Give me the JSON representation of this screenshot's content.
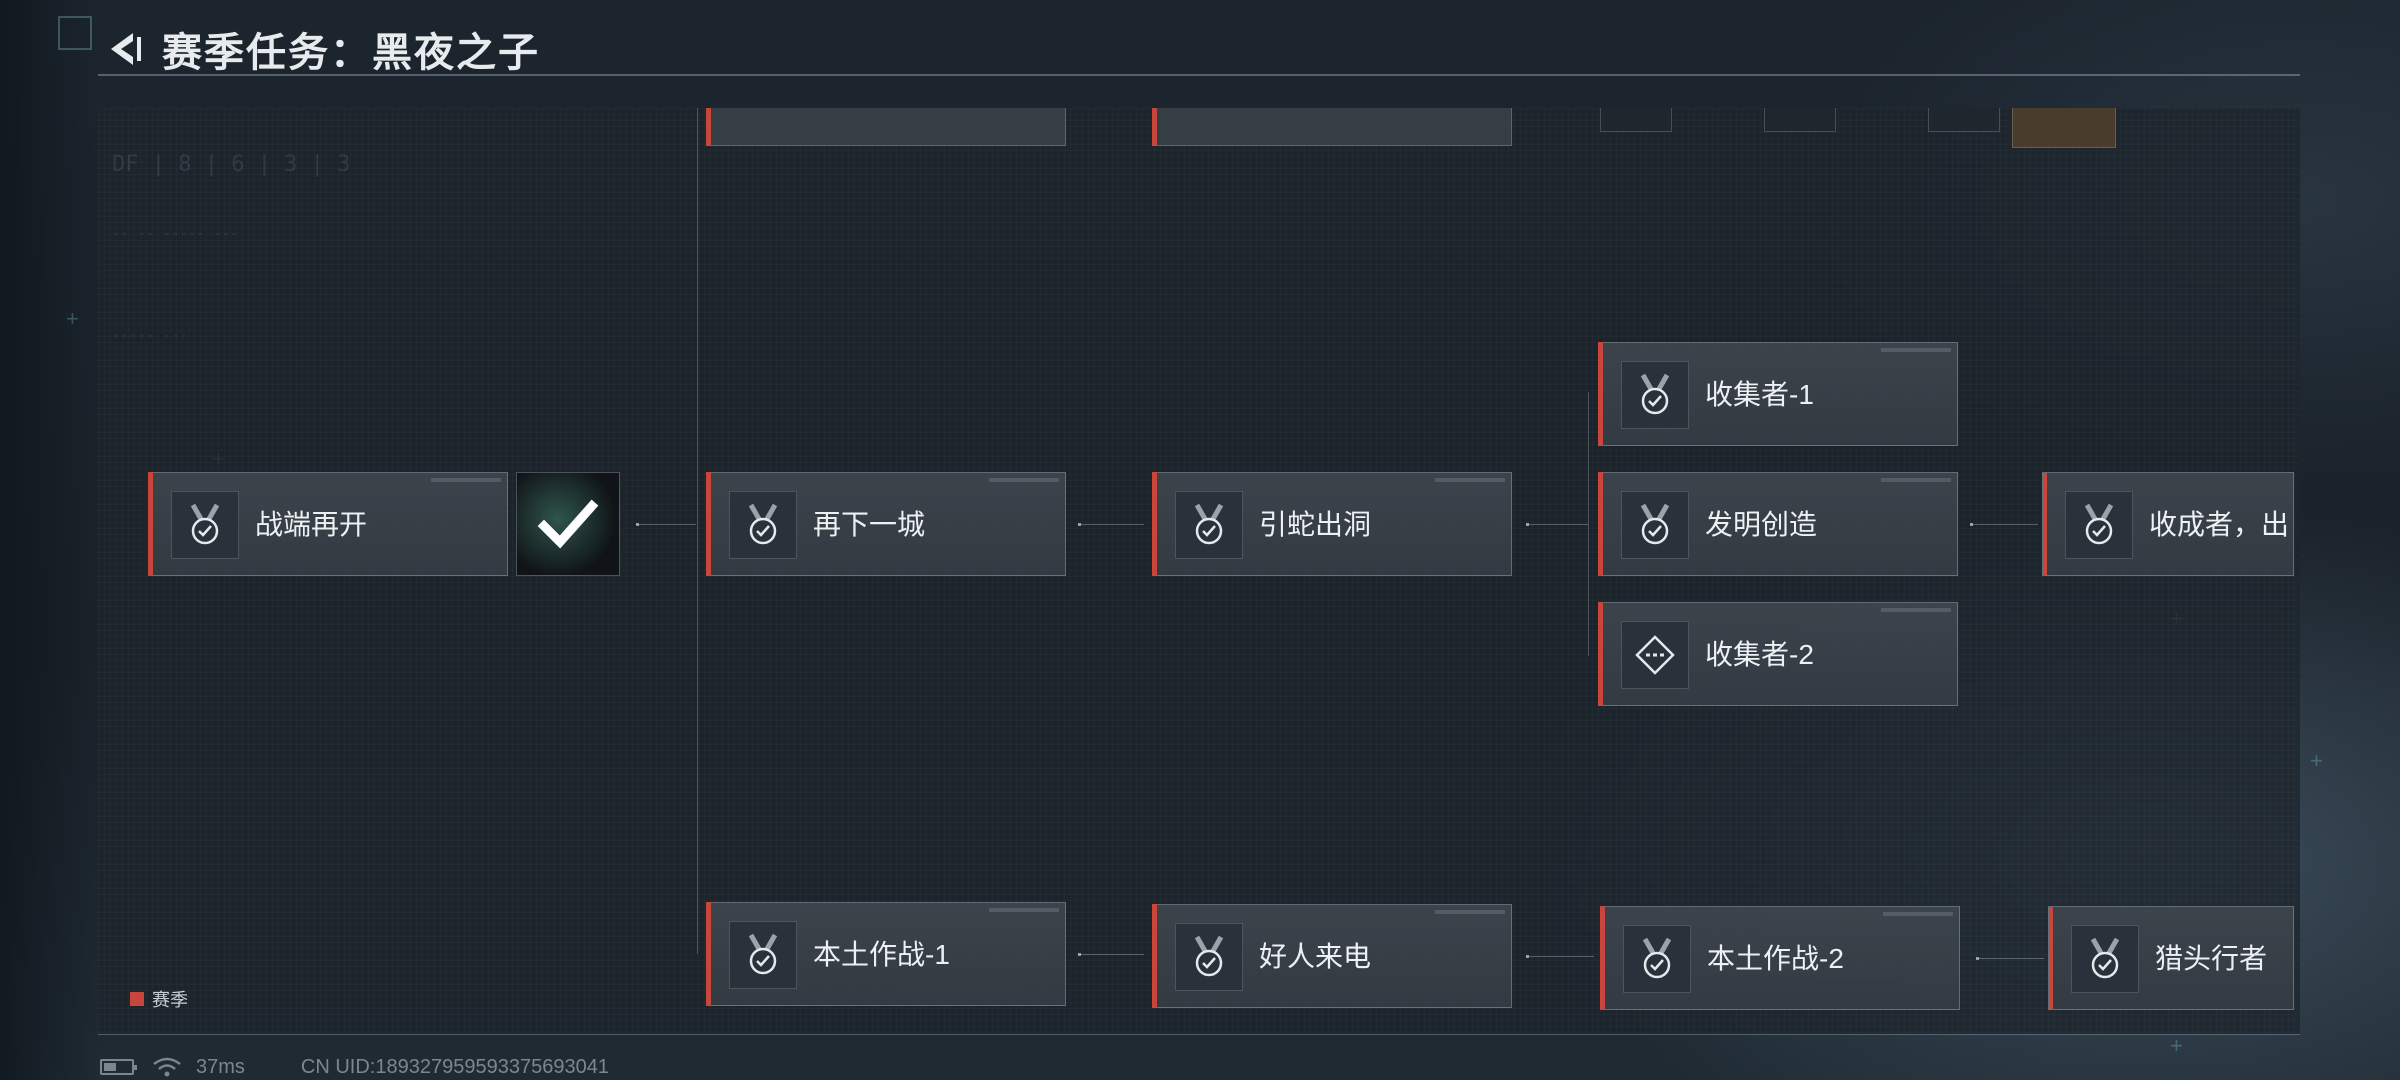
{
  "header": {
    "title": "赛季任务：黑夜之子"
  },
  "tasks": {
    "t1": {
      "label": "战端再开",
      "icon": "medal-check-icon"
    },
    "t2": {
      "label": "再下一城",
      "icon": "medal-check-icon"
    },
    "t3": {
      "label": "引蛇出洞",
      "icon": "medal-check-icon"
    },
    "t4": {
      "label": "收集者-1",
      "icon": "medal-check-icon"
    },
    "t5": {
      "label": "发明创造",
      "icon": "medal-check-icon"
    },
    "t6": {
      "label": "收集者-2",
      "icon": "diamond-dash-icon"
    },
    "t7": {
      "label": "收成者，出",
      "icon": "medal-check-icon"
    },
    "t8": {
      "label": "本土作战-1",
      "icon": "medal-check-icon"
    },
    "t9": {
      "label": "好人来电",
      "icon": "medal-check-icon"
    },
    "t10": {
      "label": "本土作战-2",
      "icon": "medal-check-icon"
    },
    "t11": {
      "label": "猎头行者",
      "icon": "medal-check-icon"
    }
  },
  "reward": {
    "state": "claimed",
    "icon": "checkmark-icon"
  },
  "legend": {
    "label": "赛季",
    "color": "#c9463c"
  },
  "status": {
    "ping": "37ms",
    "uid": "CN UID:1893279595933756930​41"
  },
  "colors": {
    "accent": "#c9463c",
    "card_bg": "#3e464e",
    "panel_bg": "#1c242c"
  }
}
